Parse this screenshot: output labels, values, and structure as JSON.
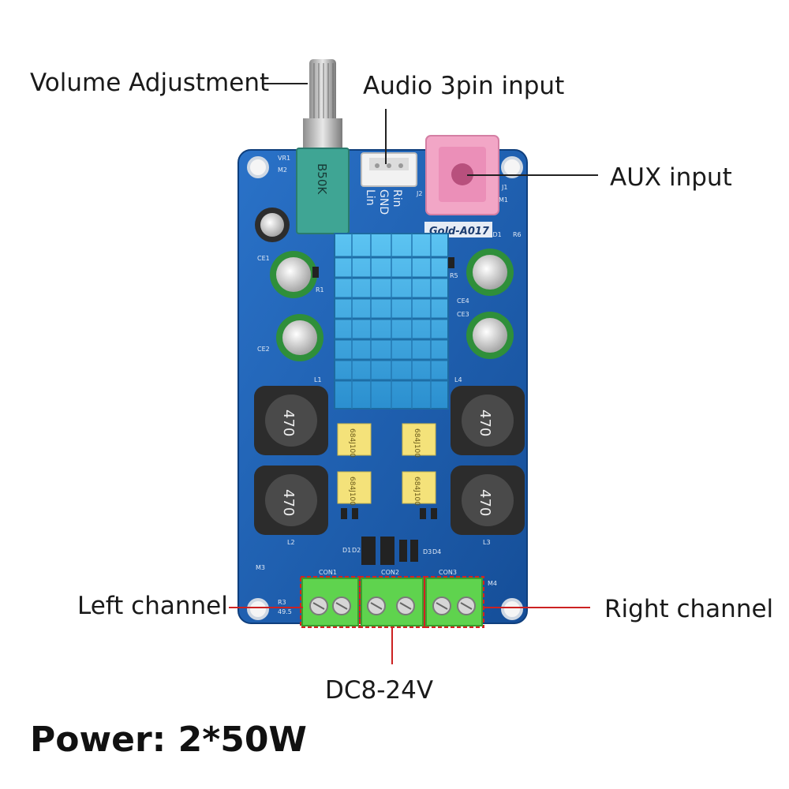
{
  "labels": {
    "volume": "Volume Adjustment",
    "audio3pin": "Audio 3pin input",
    "aux": "AUX input",
    "left": "Left channel",
    "right": "Right channel",
    "dc": "DC8-24V"
  },
  "footer": {
    "power": "Power: 2*50W"
  },
  "silk": {
    "model": "Gold-A017",
    "pot": "B50K",
    "inductor": "470",
    "cap": "684J100",
    "pin_lin": "Lin",
    "pin_gnd": "GND",
    "pin_rin": "Rin",
    "con1": "CON1",
    "con2": "CON2",
    "con3": "CON3",
    "vr1": "VR1",
    "m1": "M1",
    "m2": "M2",
    "m3": "M3",
    "m4": "M4",
    "j1": "J1",
    "j2": "J2",
    "ce1": "CE1",
    "ce2": "CE2",
    "ce3": "CE3",
    "ce4": "CE4",
    "l1": "L1",
    "l2": "L2",
    "l3": "L3",
    "l4": "L4",
    "r1": "R1",
    "r5": "R5",
    "r6": "R6",
    "ld1": "LD1",
    "d1": "D1",
    "d2": "D2",
    "d3": "D3",
    "d4": "D4",
    "res49": "49.5",
    "r3": "R3"
  },
  "colors": {
    "pcb": "#1c5fb3",
    "heatsink": "#3aa8e0",
    "terminal": "#5fd34e",
    "aux_jack": "#f2a6c6",
    "leader": "#222222",
    "leader_red": "#cc2222"
  }
}
